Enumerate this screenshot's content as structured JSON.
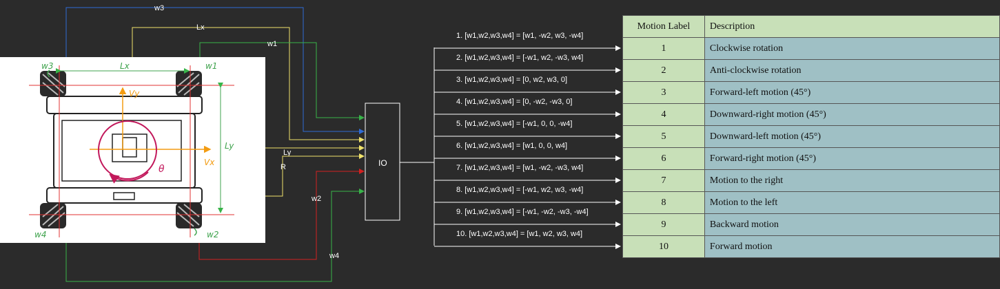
{
  "wires": {
    "w3": "w3",
    "lx": "Lx",
    "w1": "w1",
    "ly": "Ly",
    "r": "R",
    "w2": "w2",
    "w4": "w4"
  },
  "io_label": "IO",
  "robot_sketch": {
    "w3": "w3",
    "w1": "w1",
    "w4": "w4",
    "w2": "w2",
    "lx": "Lx",
    "ly": "Ly",
    "vy": "Vy",
    "vx": "Vx",
    "theta": "θ"
  },
  "motion_outputs": [
    "1. [w1,w2,w3,w4] = [w1, -w2, w3, -w4]",
    "2. [w1,w2,w3,w4] = [-w1, w2, -w3, w4]",
    "3. [w1,w2,w3,w4] = [0, w2, w3, 0]",
    "4. [w1,w2,w3,w4] = [0, -w2, -w3, 0]",
    "5. [w1,w2,w3,w4] = [-w1, 0, 0, -w4]",
    "6. [w1,w2,w3,w4] = [w1, 0, 0, w4]",
    "7. [w1,w2,w3,w4] = [w1, -w2, -w3, w4]",
    "8. [w1,w2,w3,w4] = [-w1, w2, w3, -w4]",
    "9. [w1,w2,w3,w4] = [-w1, -w2, -w3, -w4]",
    "10. [w1,w2,w3,w4] = [w1, w2, w3, w4]"
  ],
  "table": {
    "headers": [
      "Motion Label",
      "Description"
    ],
    "rows": [
      [
        "1",
        "Clockwise rotation"
      ],
      [
        "2",
        "Anti-clockwise rotation"
      ],
      [
        "3",
        "Forward-left motion (45°)"
      ],
      [
        "4",
        "Downward-right motion (45°)"
      ],
      [
        "5",
        "Downward-left motion (45°)"
      ],
      [
        "6",
        "Forward-right motion (45°)"
      ],
      [
        "7",
        "Motion to the right"
      ],
      [
        "8",
        "Motion to the left"
      ],
      [
        "9",
        "Backward motion"
      ],
      [
        "10",
        "Forward motion"
      ]
    ]
  },
  "colors": {
    "background": "#2b2b2b",
    "wire_blue": "#2f6bd6",
    "wire_yellow": "#f1e36b",
    "wire_green": "#38b449",
    "wire_red": "#d32020",
    "table_label_cell": "#c8e0b8",
    "table_desc_cell": "#9fc0c5"
  }
}
